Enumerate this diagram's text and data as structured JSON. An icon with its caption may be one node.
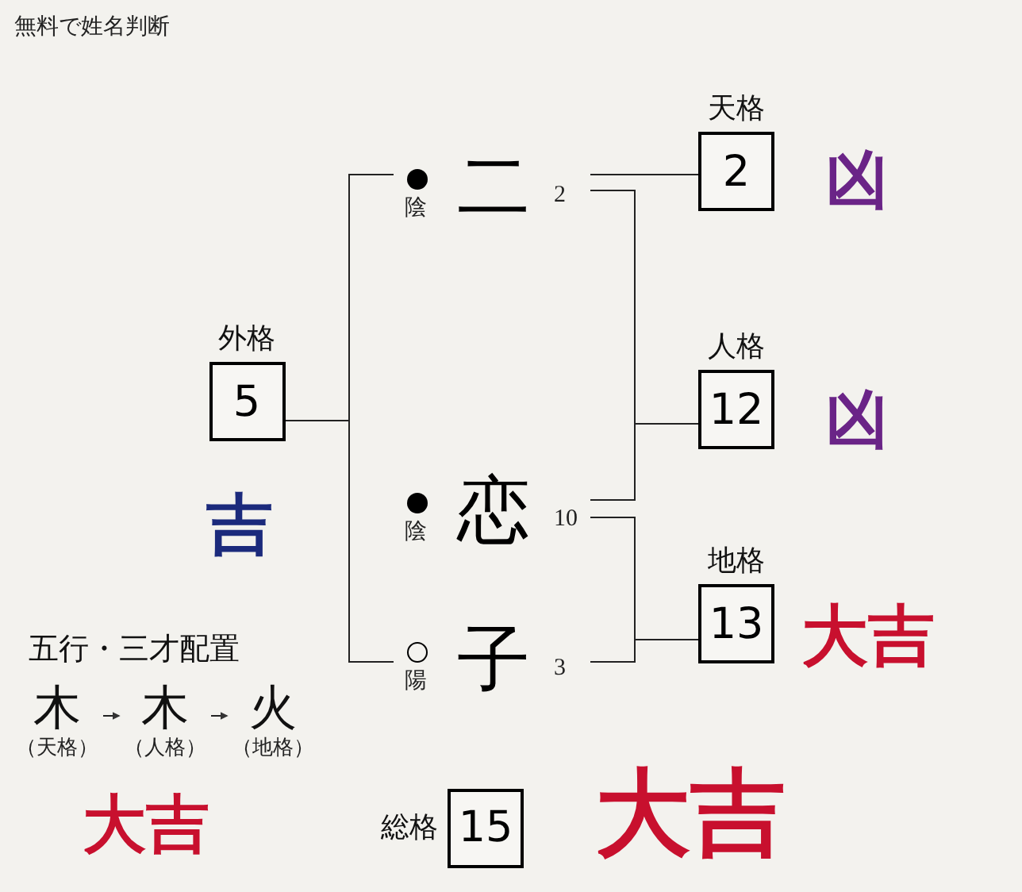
{
  "diagram": {
    "title": "無料で姓名判断",
    "nodes": [
      {
        "text": [
          "二"
        ],
        "beside": [
          "陰"
        ]
      },
      {
        "text": [
          "恋"
        ],
        "beside": [
          "陰"
        ]
      },
      {
        "text": [
          "子"
        ],
        "beside": [
          "陽"
        ]
      },
      {
        "text": [
          "天格",
          "2"
        ],
        "beside": [
          "凶"
        ]
      },
      {
        "text": [
          "人格",
          "12"
        ],
        "beside": [
          "凶"
        ]
      },
      {
        "text": [
          "地格",
          "13"
        ],
        "beside": [
          "大吉"
        ]
      },
      {
        "text": [
          "外格",
          "5"
        ],
        "beside": [
          "吉"
        ]
      },
      {
        "text": [
          "総格",
          "15"
        ],
        "beside": [
          "大吉"
        ]
      },
      {
        "text": [
          "木"
        ],
        "beside": [
          "（天格）"
        ]
      },
      {
        "text": [
          "木"
        ],
        "beside": [
          "（人格）"
        ]
      },
      {
        "text": [
          "火"
        ],
        "beside": [
          "（地格）"
        ]
      }
    ],
    "edges": [
      {
        "from": 0,
        "to": 3,
        "arrow": "none"
      },
      {
        "from": 0,
        "to": 4,
        "arrow": "none"
      },
      {
        "from": 1,
        "to": 4,
        "arrow": "none"
      },
      {
        "from": 1,
        "to": 5,
        "arrow": "none"
      },
      {
        "from": 2,
        "to": 5,
        "arrow": "none"
      },
      {
        "from": 6,
        "to": 0,
        "arrow": "none"
      },
      {
        "from": 6,
        "to": 2,
        "arrow": "none"
      },
      {
        "from": 8,
        "to": 9,
        "arrow": "to"
      },
      {
        "from": 9,
        "to": 10,
        "arrow": "to"
      }
    ],
    "labels": [
      "2",
      "10",
      "3",
      "五行・三才配置",
      "大吉"
    ]
  }
}
